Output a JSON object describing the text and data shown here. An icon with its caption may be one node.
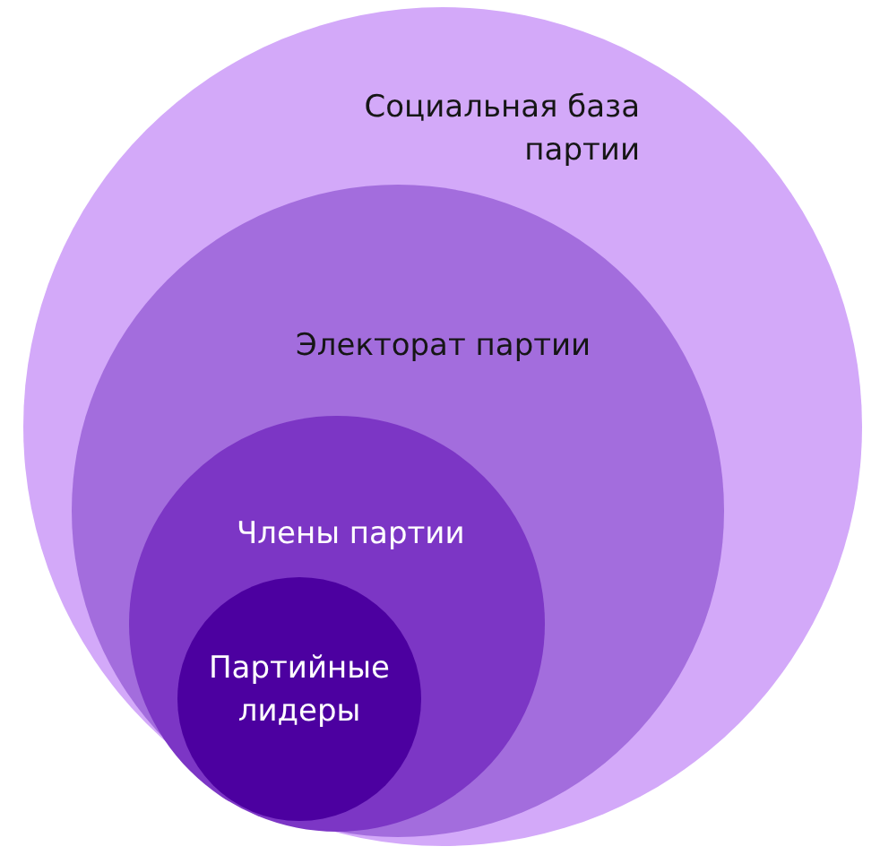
{
  "diagram": {
    "nodes": [
      {
        "text": [
          "Социальная база партии"
        ]
      },
      {
        "text": [
          "Электорат партии"
        ],
        "in": 0
      },
      {
        "text": [
          "Члены партии"
        ],
        "in": 1
      },
      {
        "text": [
          "Партийные лидеры"
        ],
        "in": 2
      }
    ]
  }
}
